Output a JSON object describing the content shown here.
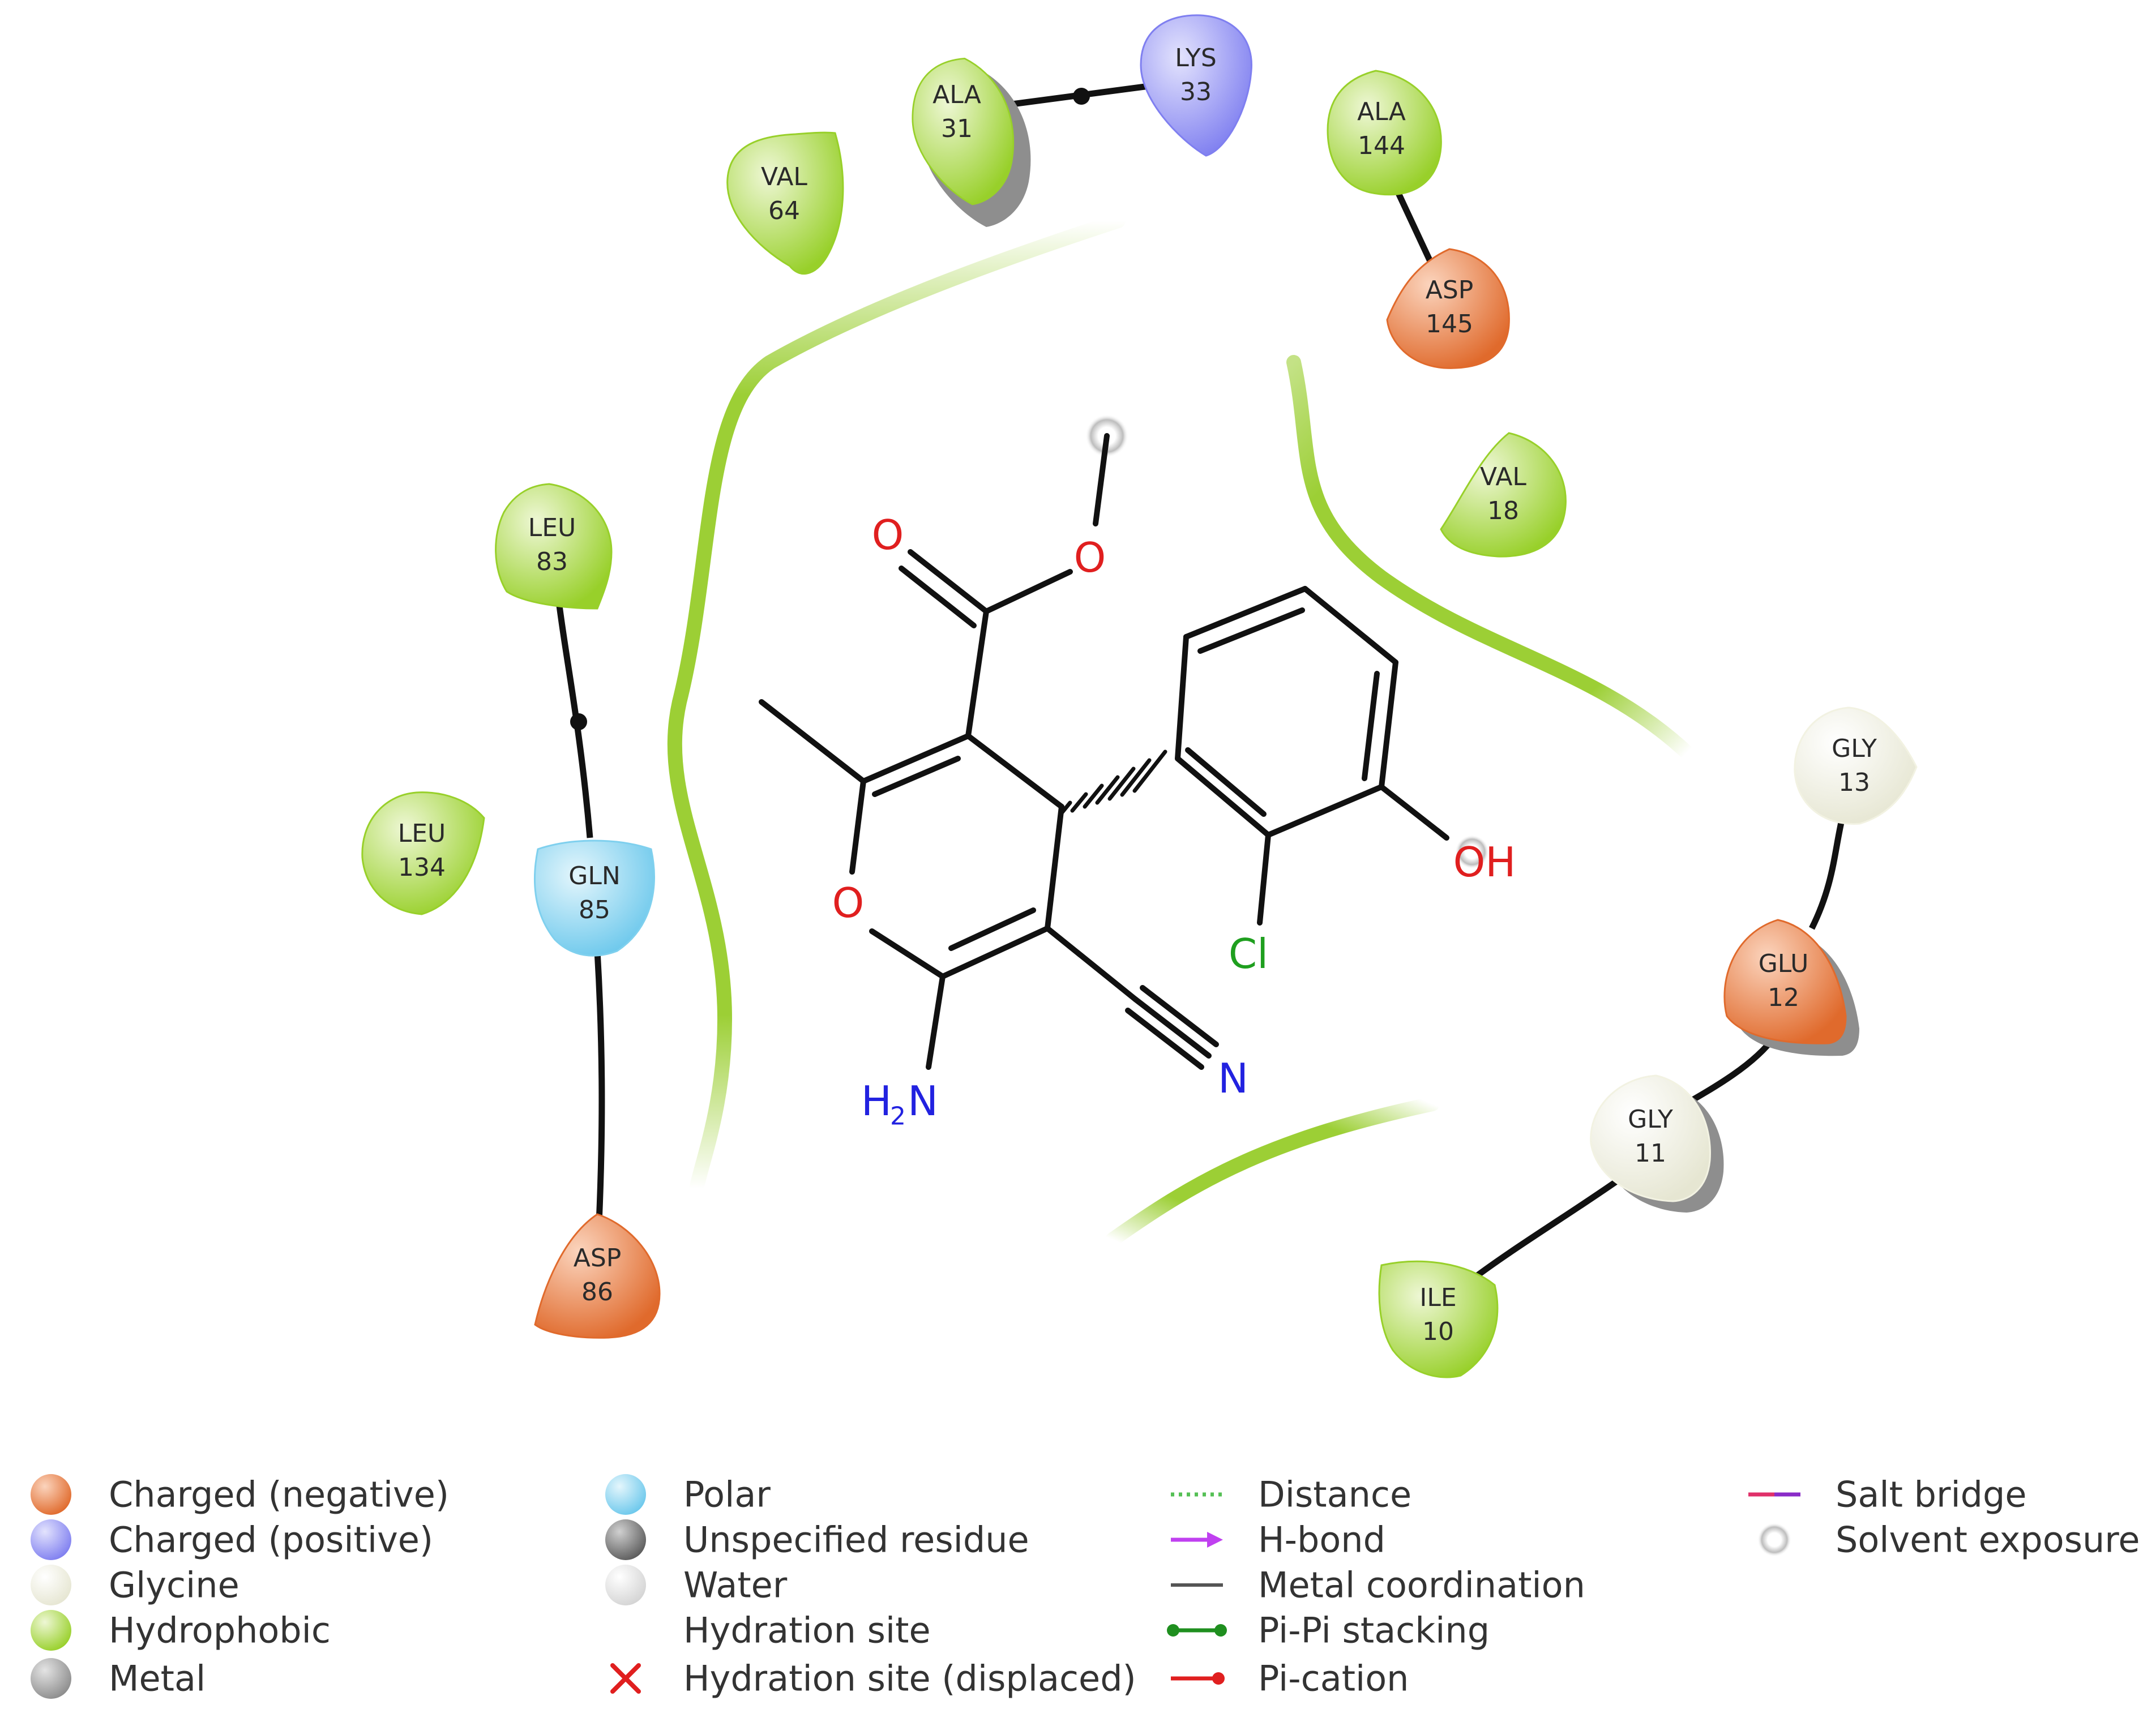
{
  "colors": {
    "charged_negative": "#e06a2c",
    "charged_positive": "#7f7ff0",
    "glycine": "#f2f2e2",
    "hydrophobic": "#98d02a",
    "polar": "#7fd0ee",
    "unspecified": "#707070",
    "metal": "#a0a0a0",
    "water": "#dddddd",
    "pocket": "#9ccf35",
    "oxygen": "#e01f1f",
    "nitrogen": "#2222e0",
    "chlorine": "#1f9f1f",
    "bond": "#111111"
  },
  "residues": [
    {
      "id": "ala31",
      "name": "ALA",
      "num": "31",
      "type": "hydrophobic"
    },
    {
      "id": "lys33",
      "name": "LYS",
      "num": "33",
      "type": "charged_positive"
    },
    {
      "id": "val64",
      "name": "VAL",
      "num": "64",
      "type": "hydrophobic"
    },
    {
      "id": "ala144",
      "name": "ALA",
      "num": "144",
      "type": "hydrophobic"
    },
    {
      "id": "asp145",
      "name": "ASP",
      "num": "145",
      "type": "charged_negative"
    },
    {
      "id": "val18",
      "name": "VAL",
      "num": "18",
      "type": "hydrophobic"
    },
    {
      "id": "leu83",
      "name": "LEU",
      "num": "83",
      "type": "hydrophobic"
    },
    {
      "id": "leu134",
      "name": "LEU",
      "num": "134",
      "type": "hydrophobic"
    },
    {
      "id": "gln85",
      "name": "GLN",
      "num": "85",
      "type": "polar"
    },
    {
      "id": "asp86",
      "name": "ASP",
      "num": "86",
      "type": "charged_negative"
    },
    {
      "id": "gly13",
      "name": "GLY",
      "num": "13",
      "type": "glycine"
    },
    {
      "id": "glu12",
      "name": "GLU",
      "num": "12",
      "type": "charged_negative"
    },
    {
      "id": "gly11",
      "name": "GLY",
      "num": "11",
      "type": "glycine"
    },
    {
      "id": "ile10",
      "name": "ILE",
      "num": "10",
      "type": "hydrophobic"
    }
  ],
  "atoms": {
    "o_carbonyl": "O",
    "o_ester": "O",
    "o_ring": "O",
    "oh": "OH",
    "cl": "Cl",
    "n_nitrile": "N",
    "nh2_h": "H",
    "nh2_sub": "2",
    "nh2_n": "N"
  },
  "legend": {
    "col1": [
      "Charged (negative)",
      "Charged (positive)",
      "Glycine",
      "Hydrophobic",
      "Metal"
    ],
    "col2": [
      "Polar",
      "Unspecified residue",
      "Water",
      "Hydration site",
      "Hydration site (displaced)"
    ],
    "col3": [
      "Distance",
      "H-bond",
      "Metal coordination",
      "Pi-Pi stacking",
      "Pi-cation"
    ],
    "col4": [
      "Salt bridge",
      "Solvent exposure"
    ]
  }
}
